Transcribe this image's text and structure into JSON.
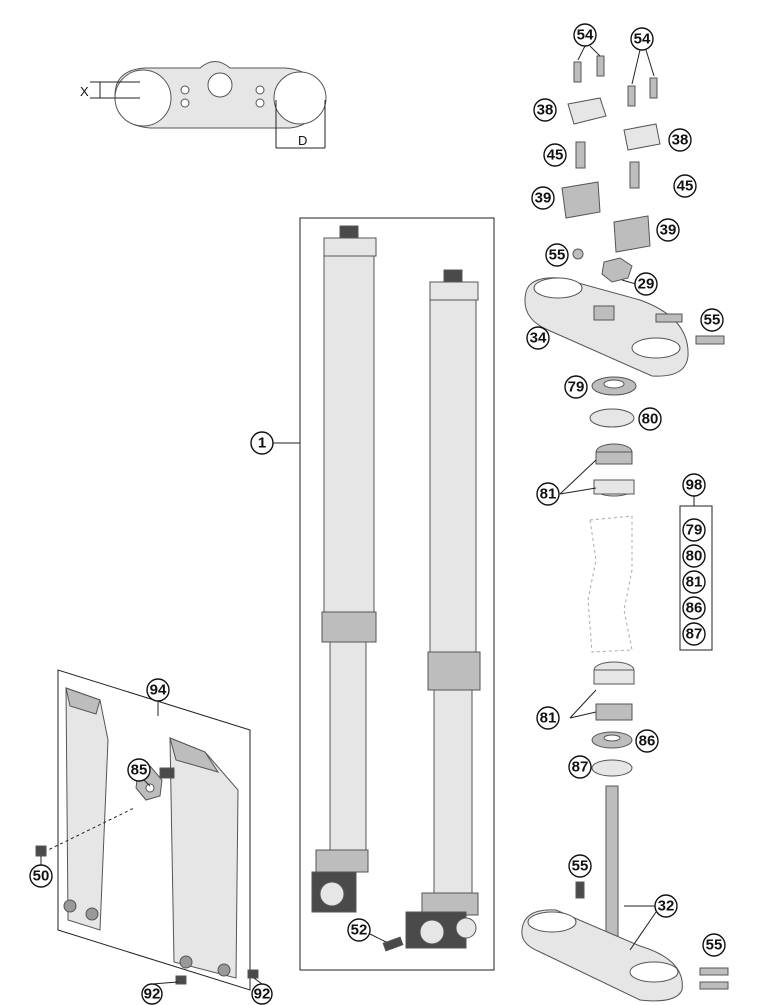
{
  "dimension_labels": {
    "x": "X",
    "d": "D"
  },
  "callouts": {
    "c1": "1",
    "c29": "29",
    "c32": "32",
    "c34": "34",
    "c38a": "38",
    "c38b": "38",
    "c39a": "39",
    "c39b": "39",
    "c45a": "45",
    "c45b": "45",
    "c50": "50",
    "c52": "52",
    "c54a": "54",
    "c54b": "54",
    "c55a": "55",
    "c55b": "55",
    "c55c": "55",
    "c55d": "55",
    "c79": "79",
    "c80": "80",
    "c81a": "81",
    "c81b": "81",
    "c85": "85",
    "c86": "86",
    "c87": "87",
    "c92a": "92",
    "c92b": "92",
    "c94": "94",
    "c98": "98"
  },
  "kit_list": [
    "79",
    "80",
    "81",
    "86",
    "87"
  ]
}
